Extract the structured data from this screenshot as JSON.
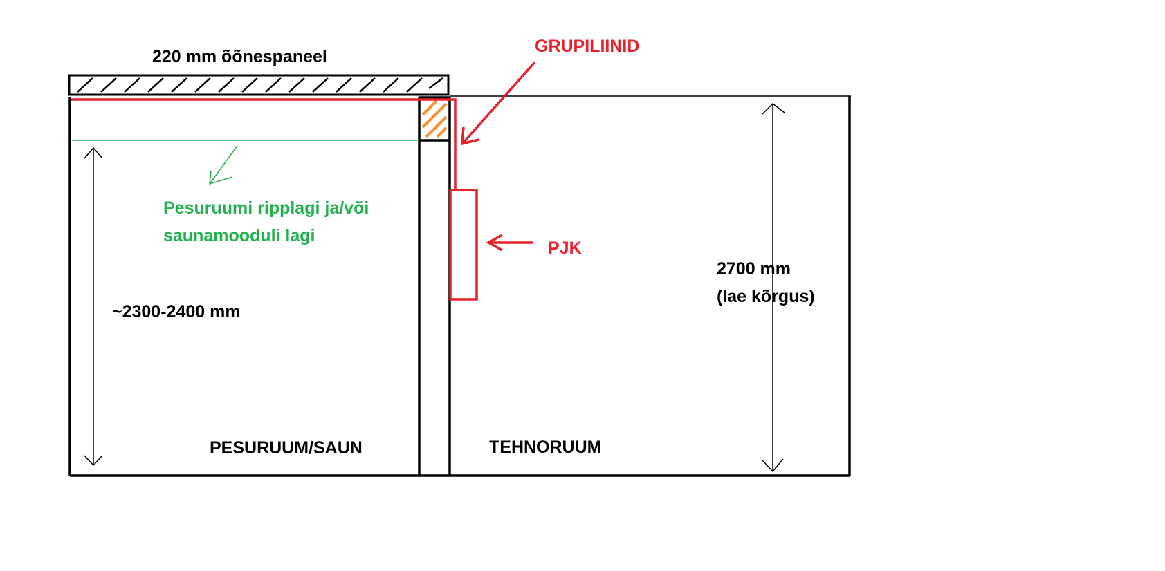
{
  "labels": {
    "slab": "220 mm õõnespaneel",
    "group_lines": "GRUPILIINID",
    "ceiling_note_line1": "Pesuruumi ripplagi ja/või",
    "ceiling_note_line2": "saunamooduli lagi",
    "pjk": "PJK",
    "height_left": "~2300-2400 mm",
    "height_right_line1": "2700 mm",
    "height_right_line2": "(lae kõrgus)",
    "room_left": "PESURUUM/SAUN",
    "room_right": "TEHNORUUM"
  },
  "colors": {
    "outline": "#000000",
    "cable": "#e8202a",
    "ceiling_note": "#22b14c",
    "hatch_fill": "#ff8c2a"
  }
}
